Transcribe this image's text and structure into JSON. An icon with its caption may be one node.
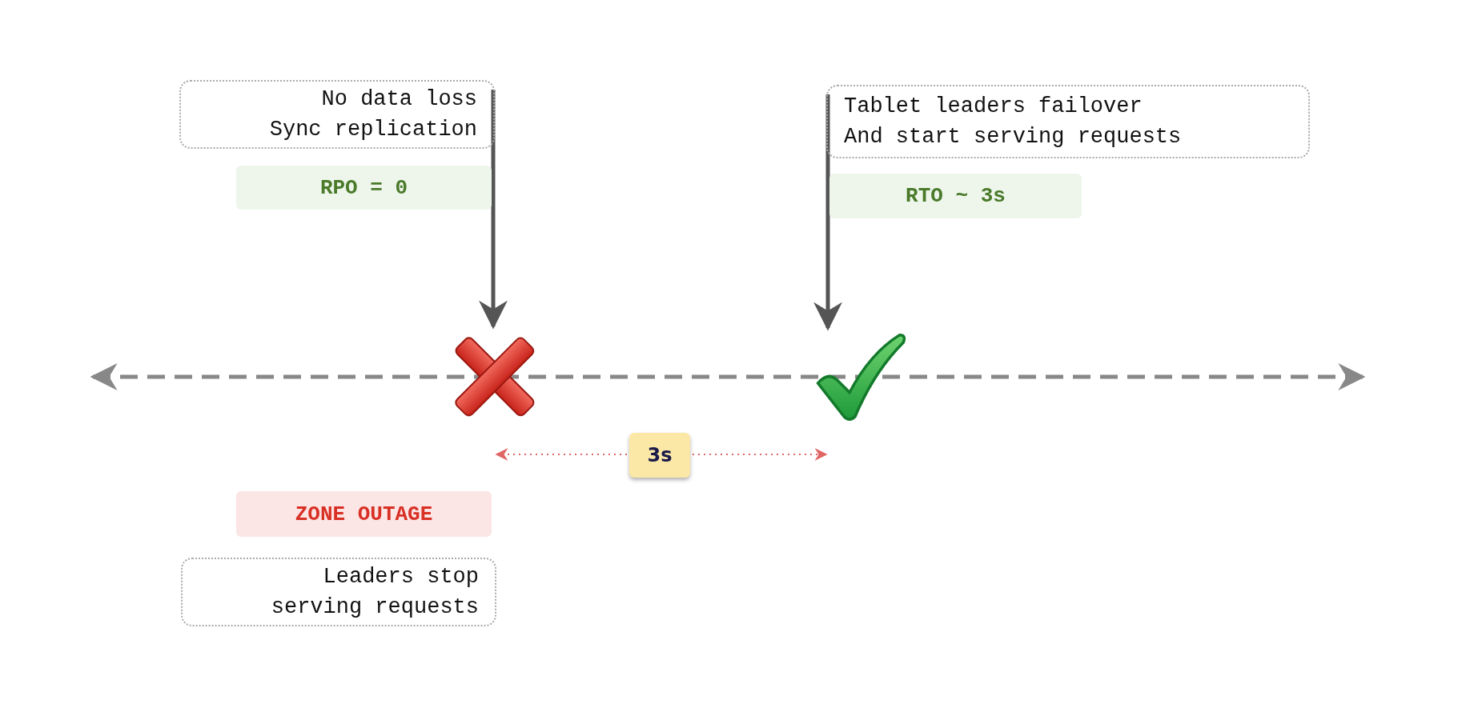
{
  "diagram": {
    "nodes": [
      {
        "text": [
          "No data loss Sync replication"
        ]
      },
      {
        "text": [
          "RPO = 0"
        ]
      },
      {
        "text": [],
        "shape": "picture"
      },
      {
        "text": [
          "Tablet leaders failover And start serving requests"
        ]
      },
      {
        "text": [
          "RTO ~ 3s"
        ]
      },
      {
        "text": [],
        "shape": "picture"
      },
      {
        "text": [
          "ZONE OUTAGE"
        ]
      },
      {
        "text": [
          "Leaders stop serving requests"
        ]
      }
    ],
    "edges": [
      {
        "from": 0,
        "to": 2,
        "arrow": "to"
      },
      {
        "from": 3,
        "to": 5,
        "arrow": "to"
      }
    ],
    "labels": [
      "3s"
    ]
  }
}
